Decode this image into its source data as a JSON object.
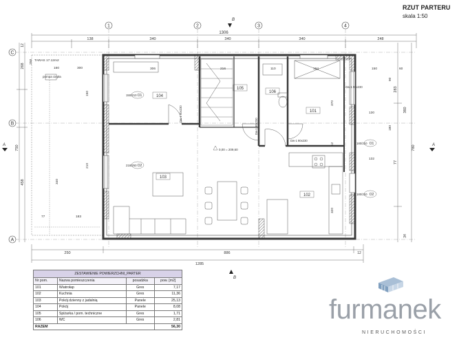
{
  "header": {
    "title": "RZUT PARTERU",
    "scale": "skala 1:50"
  },
  "axes": {
    "columns": [
      "1",
      "2",
      "3",
      "4"
    ],
    "rows": [
      "C",
      "B",
      "A"
    ],
    "section_marks": [
      "B",
      "B",
      "A",
      "A"
    ]
  },
  "dimensions": {
    "top_total": "1306",
    "top_segments": [
      "138",
      "340",
      "340",
      "340",
      "248"
    ],
    "bottom_segments": [
      "250",
      "886",
      "12"
    ],
    "bottom_total": "1285",
    "left_total": "750",
    "left_segments": [
      "268",
      "458",
      "12"
    ],
    "right_total": "780",
    "right_segments": [
      "283",
      "360",
      "77",
      "34"
    ],
    "misc": [
      "160",
      "300",
      "306",
      "216",
      "110",
      "194",
      "150",
      "150",
      "130",
      "210",
      "340",
      "183",
      "77",
      "132",
      "320",
      "90",
      "60",
      "180",
      "370",
      "12",
      "258"
    ]
  },
  "rooms": [
    {
      "number": "101"
    },
    {
      "number": "102"
    },
    {
      "number": "103"
    },
    {
      "number": "104"
    },
    {
      "number": "105"
    },
    {
      "number": "106"
    }
  ],
  "window_tags": [
    "O1",
    "O1",
    "O2",
    "O2"
  ],
  "window_dims": [
    "150/210",
    "180/210",
    "218/250",
    "180/210"
  ],
  "door_tags": [
    "Dw-1 90x230",
    "Dw-1 80x230",
    "Dw-1 90x230",
    "Dw-1 90x230"
  ],
  "annotations": {
    "terrace": "TARAS 17.12m2",
    "heat_pump": "pompa ciepła",
    "level": "0,00 = 209,60"
  },
  "area_table": {
    "caption": "ZESTAWIENIE POWIERZCHNI_PARTER",
    "columns": [
      "Nr pom.",
      "Nazwa pomieszczenia",
      "posadzka",
      "pow. [m2]"
    ],
    "rows": [
      [
        "101",
        "Wiatrołap",
        "Gres",
        "7,17"
      ],
      [
        "102",
        "Kuchnia",
        "Gres",
        "11,36"
      ],
      [
        "103",
        "Pokój dzienny z jadalnią",
        "Panele",
        "25,13"
      ],
      [
        "104",
        "Pokój",
        "Panele",
        "8,08"
      ],
      [
        "105",
        "Spiżarka / pom. techniczne",
        "Gres",
        "1,71"
      ],
      [
        "106",
        "WC",
        "Gres",
        "2,81"
      ]
    ],
    "total_label": "RAZEM",
    "total_value": "56,30"
  },
  "brand": {
    "name": "furmanek",
    "tagline": "NIERUCHOMOŚCI"
  },
  "colors": {
    "wall": "#3a3a3a",
    "hatch": "#555555",
    "dim": "#444444",
    "caption_bg": "#d8d2e8",
    "brand": "#9aa0a8",
    "logo": "#7f9fbf"
  }
}
